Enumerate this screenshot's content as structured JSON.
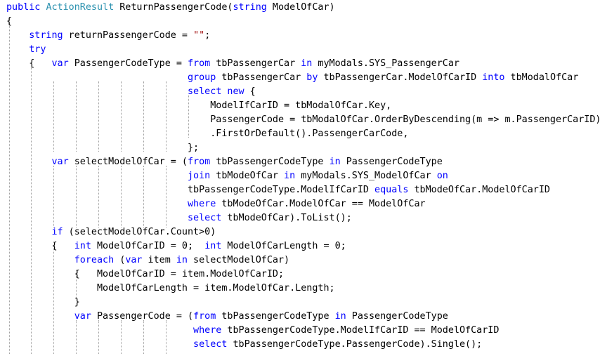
{
  "editor": {
    "lines": [
      [
        [
          "kw",
          "public"
        ],
        [
          "t",
          " "
        ],
        [
          "ty",
          "ActionResult"
        ],
        [
          "t",
          " ReturnPassengerCode("
        ],
        [
          "kw",
          "string"
        ],
        [
          "t",
          " ModelOfCar)"
        ]
      ],
      [
        [
          "t",
          "{"
        ]
      ],
      [
        [
          "t",
          "    "
        ],
        [
          "kw",
          "string"
        ],
        [
          "t",
          " returnPassengerCode = "
        ],
        [
          "st",
          "\"\""
        ],
        [
          "t",
          ";"
        ]
      ],
      [
        [
          "t",
          "    "
        ],
        [
          "kw",
          "try"
        ]
      ],
      [
        [
          "t",
          "    {   "
        ],
        [
          "kw",
          "var"
        ],
        [
          "t",
          " PassengerCodeType = "
        ],
        [
          "kw",
          "from"
        ],
        [
          "t",
          " tbPassengerCar "
        ],
        [
          "kw",
          "in"
        ],
        [
          "t",
          " myModals.SYS_PassengerCar"
        ]
      ],
      [
        [
          "t",
          "                                "
        ],
        [
          "kw",
          "group"
        ],
        [
          "t",
          " tbPassengerCar "
        ],
        [
          "kw",
          "by"
        ],
        [
          "t",
          " tbPassengerCar.ModelOfCarID "
        ],
        [
          "kw",
          "into"
        ],
        [
          "t",
          " tbModalOfCar"
        ]
      ],
      [
        [
          "t",
          "                                "
        ],
        [
          "kw",
          "select"
        ],
        [
          "t",
          " "
        ],
        [
          "kw",
          "new"
        ],
        [
          "t",
          " {"
        ]
      ],
      [
        [
          "t",
          "                                    ModelIfCarID = tbModalOfCar.Key,"
        ]
      ],
      [
        [
          "t",
          "                                    PassengerCode = tbModalOfCar.OrderByDescending(m => m.PassengerCarID)"
        ]
      ],
      [
        [
          "t",
          "                                    .FirstOrDefault().PassengerCarCode,"
        ]
      ],
      [
        [
          "t",
          "                                };"
        ]
      ],
      [
        [
          "t",
          "        "
        ],
        [
          "kw",
          "var"
        ],
        [
          "t",
          " selectModelOfCar = ("
        ],
        [
          "kw",
          "from"
        ],
        [
          "t",
          " tbPassengerCodeType "
        ],
        [
          "kw",
          "in"
        ],
        [
          "t",
          " PassengerCodeType"
        ]
      ],
      [
        [
          "t",
          "                                "
        ],
        [
          "kw",
          "join"
        ],
        [
          "t",
          " tbModeOfCar "
        ],
        [
          "kw",
          "in"
        ],
        [
          "t",
          " myModals.SYS_ModelOfCar "
        ],
        [
          "kw",
          "on"
        ]
      ],
      [
        [
          "t",
          "                                tbPassengerCodeType.ModelIfCarID "
        ],
        [
          "kw",
          "equals"
        ],
        [
          "t",
          " tbModeOfCar.ModelOfCarID"
        ]
      ],
      [
        [
          "t",
          "                                "
        ],
        [
          "kw",
          "where"
        ],
        [
          "t",
          " tbModeOfCar.ModelOfCar == ModelOfCar"
        ]
      ],
      [
        [
          "t",
          "                                "
        ],
        [
          "kw",
          "select"
        ],
        [
          "t",
          " tbModeOfCar).ToList();"
        ]
      ],
      [
        [
          "t",
          "        "
        ],
        [
          "kw",
          "if"
        ],
        [
          "t",
          " (selectModelOfCar.Count>0)"
        ]
      ],
      [
        [
          "t",
          "        {   "
        ],
        [
          "kw",
          "int"
        ],
        [
          "t",
          " ModelOfCarID = 0;  "
        ],
        [
          "kw",
          "int"
        ],
        [
          "t",
          " ModelOfCarLength = 0;"
        ]
      ],
      [
        [
          "t",
          "            "
        ],
        [
          "kw",
          "foreach"
        ],
        [
          "t",
          " ("
        ],
        [
          "kw",
          "var"
        ],
        [
          "t",
          " item "
        ],
        [
          "kw",
          "in"
        ],
        [
          "t",
          " selectModelOfCar)"
        ]
      ],
      [
        [
          "t",
          "            {   ModelOfCarID = item.ModelOfCarID;"
        ]
      ],
      [
        [
          "t",
          "                ModelOfCarLength = item.ModelOfCar.Length;"
        ]
      ],
      [
        [
          "t",
          "            }"
        ]
      ],
      [
        [
          "t",
          "            "
        ],
        [
          "kw",
          "var"
        ],
        [
          "t",
          " PassengerCode = ("
        ],
        [
          "kw",
          "from"
        ],
        [
          "t",
          " tbPassengerCodeType "
        ],
        [
          "kw",
          "in"
        ],
        [
          "t",
          " PassengerCodeType"
        ]
      ],
      [
        [
          "t",
          "                                 "
        ],
        [
          "kw",
          "where"
        ],
        [
          "t",
          " tbPassengerCodeType.ModelIfCarID == ModelOfCarID"
        ]
      ],
      [
        [
          "t",
          "                                 "
        ],
        [
          "kw",
          "select"
        ],
        [
          "t",
          " tbPassengerCodeType.PassengerCode).Single();"
        ]
      ]
    ]
  }
}
